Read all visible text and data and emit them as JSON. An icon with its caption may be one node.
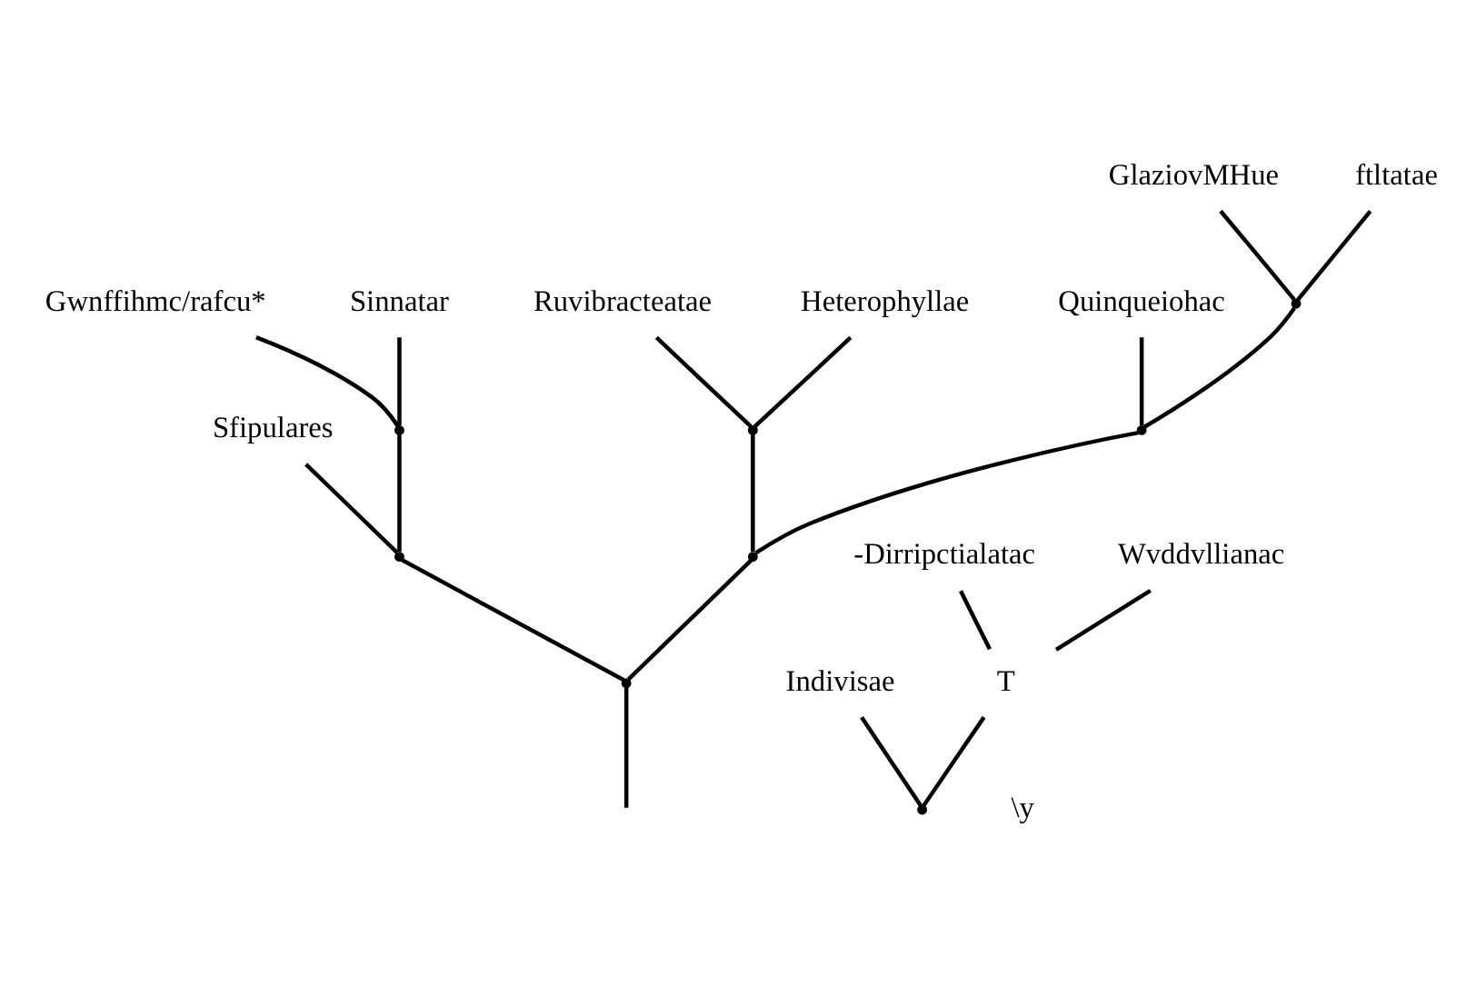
{
  "diagram": {
    "nodes": [
      {
        "text": [
          "Ruvibracteatae"
        ]
      },
      {
        "text": [
          "Gwnffihmc/rafcu*"
        ]
      },
      {
        "text": [
          "Heterophyllae"
        ]
      },
      {
        "text": [
          "Sinnatar"
        ]
      },
      {
        "text": [
          "Sfipulares"
        ]
      },
      {
        "text": [
          "Quinqueiohac"
        ]
      },
      {
        "text": [],
        "shape": "point"
      },
      {
        "text": [],
        "shape": "point"
      },
      {
        "text": [],
        "shape": "point"
      },
      {
        "text": [],
        "shape": "point"
      },
      {
        "text": [],
        "shape": "point"
      },
      {
        "text": [],
        "shape": "point"
      },
      {
        "text": [
          "Indivisae"
        ]
      },
      {
        "text": [
          "GlaziovMHue"
        ]
      },
      {
        "text": [],
        "shape": "point"
      },
      {
        "text": [
          "ftltatae"
        ]
      },
      {
        "text": [],
        "shape": "point"
      },
      {
        "text": [
          "T"
        ]
      },
      {
        "text": [
          "-Dirripctialatac"
        ]
      },
      {
        "text": [
          "Wvddvllianac"
        ]
      }
    ],
    "edges": [
      {
        "from": null,
        "to": 14,
        "arrow": "none"
      },
      {
        "from": 14,
        "to": 10,
        "arrow": "none"
      },
      {
        "from": 10,
        "to": 6,
        "arrow": "none"
      },
      {
        "from": 6,
        "to": 0,
        "arrow": "none"
      },
      {
        "from": 6,
        "to": 2,
        "arrow": "none"
      },
      {
        "from": 10,
        "to": 9,
        "arrow": "none"
      },
      {
        "from": 9,
        "to": 5,
        "arrow": "none"
      },
      {
        "from": 9,
        "to": 11,
        "arrow": "none"
      },
      {
        "from": 11,
        "to": 13,
        "arrow": "none"
      },
      {
        "from": 11,
        "to": 15,
        "arrow": "none"
      },
      {
        "from": 14,
        "to": 8,
        "arrow": "none"
      },
      {
        "from": 8,
        "to": 4,
        "arrow": "none"
      },
      {
        "from": 8,
        "to": 7,
        "arrow": "none"
      },
      {
        "from": 7,
        "to": 3,
        "arrow": "none"
      },
      {
        "from": 7,
        "to": 1,
        "arrow": "none"
      },
      {
        "from": 16,
        "to": 12,
        "arrow": "none"
      },
      {
        "from": 16,
        "to": 17,
        "arrow": "none"
      },
      {
        "from": 17,
        "to": 18,
        "arrow": "none"
      },
      {
        "from": 17,
        "to": 19,
        "arrow": "none"
      }
    ],
    "labels": [
      "\\y"
    ]
  }
}
